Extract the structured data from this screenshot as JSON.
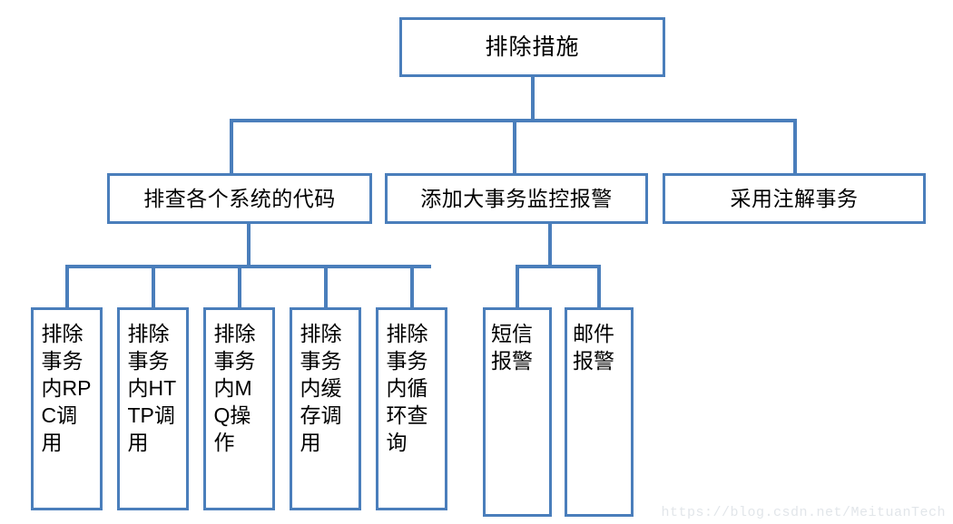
{
  "diagram": {
    "type": "tree-flowchart",
    "title": "排除措施",
    "edge_color": "#4A7EBB",
    "box_fill": "#FFFFFF",
    "text_color": "#000000",
    "root": {
      "label": "排除措施"
    },
    "level2": [
      {
        "label": "排查各个系统的代码"
      },
      {
        "label": "添加大事务监控报警"
      },
      {
        "label": "采用注解事务"
      }
    ],
    "leaves_code": [
      {
        "label": "排除事务内RPC调用"
      },
      {
        "label": "排除事务内HTTP调用"
      },
      {
        "label": "排除事务内MQ操作"
      },
      {
        "label": "排除事务内缓存调用"
      },
      {
        "label": "排除事务内循环查询"
      }
    ],
    "leaves_alert": [
      {
        "label": "短信报警"
      },
      {
        "label": "邮件报警"
      }
    ]
  },
  "watermark": {
    "text": "https://blog.csdn.net/MeituanTech"
  }
}
